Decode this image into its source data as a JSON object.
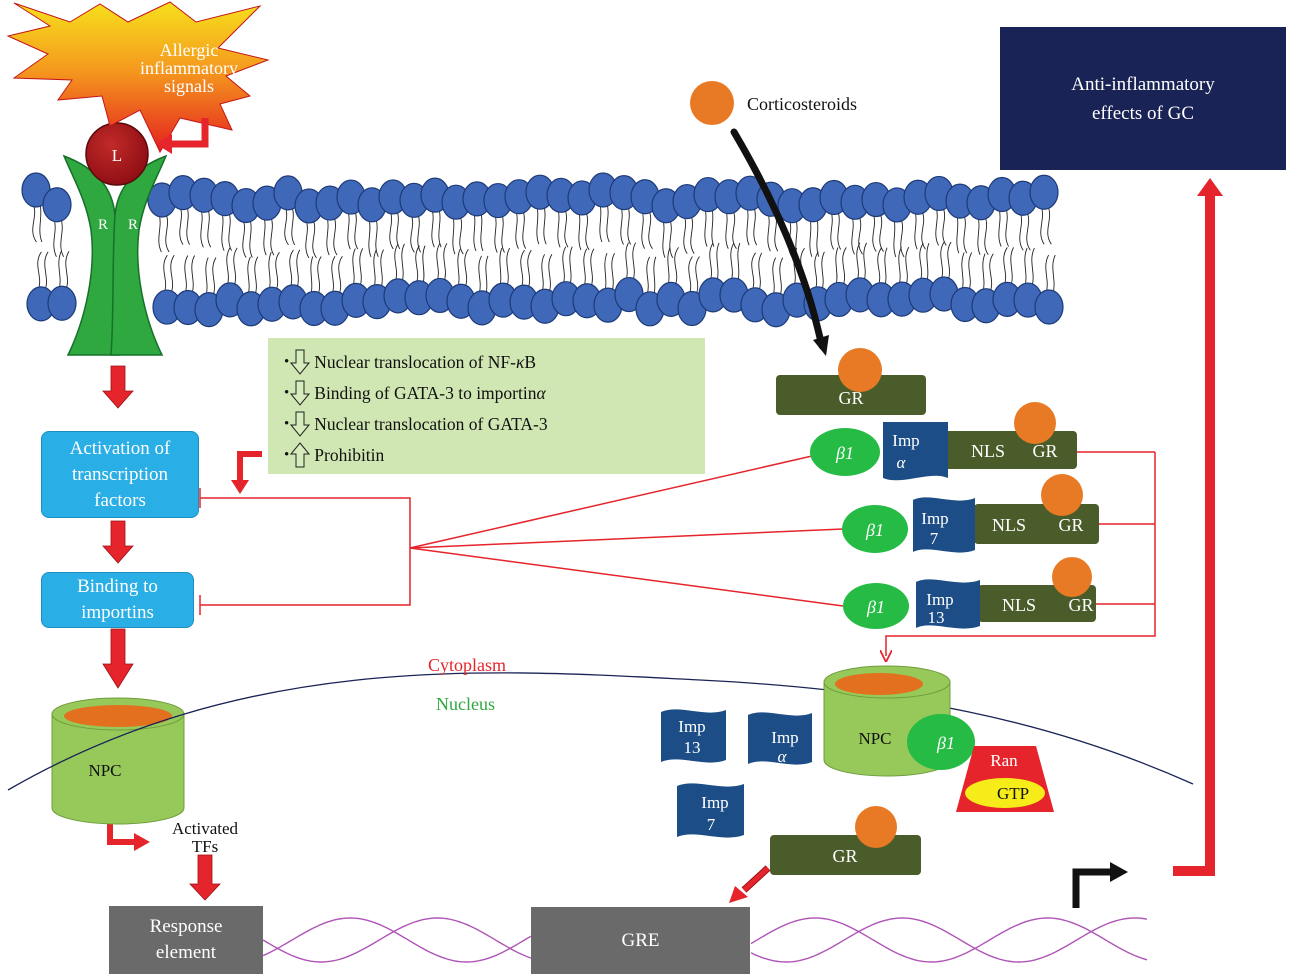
{
  "signal": {
    "label": "Allergic inflammatory signals",
    "lines": [
      "Allergic",
      "inflammatory",
      "signals"
    ]
  },
  "ligand": {
    "label": "L"
  },
  "receptor": {
    "left": "R",
    "right": "R"
  },
  "corticosteroids": {
    "label": "Corticosteroids"
  },
  "gc_effects": {
    "label": "Anti-inflammatory effects of GC",
    "lines": [
      "Anti-inflammatory",
      "effects of GC"
    ]
  },
  "pathway": {
    "activation": {
      "lines": [
        "Activation of",
        "transcription",
        "factors"
      ]
    },
    "binding": {
      "lines": [
        "Binding to",
        "importins"
      ]
    },
    "npc": "NPC",
    "activated_tfs": {
      "lines": [
        "Activated",
        "TFs"
      ]
    },
    "response_element": {
      "lines": [
        "Response",
        "element"
      ]
    }
  },
  "effects_list": [
    {
      "direction": "down",
      "prefix": "Nuclear translocation of NF-",
      "symbol": "κ",
      "suffix": "B"
    },
    {
      "direction": "down",
      "prefix": "Binding of GATA-3 to importin ",
      "symbol": "α",
      "suffix": ""
    },
    {
      "direction": "down",
      "prefix": "Nuclear translocation of GATA-3",
      "symbol": "",
      "suffix": ""
    },
    {
      "direction": "up",
      "prefix": "Prohibitin",
      "symbol": "",
      "suffix": ""
    }
  ],
  "gr_complexes": {
    "gr": "GR",
    "nls": "NLS",
    "beta1": "β1",
    "imp": "Imp",
    "imp_alpha": "α",
    "imp_7": "7",
    "imp_13": "13"
  },
  "compartments": {
    "cytoplasm": "Cytoplasm",
    "nucleus": "Nucleus"
  },
  "nucleus_side": {
    "npc": "NPC",
    "beta1": "β1",
    "ran": "Ran",
    "gtp": "GTP",
    "imp_13": [
      "Imp",
      "13"
    ],
    "imp_alpha": [
      "Imp",
      "α"
    ],
    "imp_7": [
      "Imp",
      "7"
    ],
    "gr": "GR",
    "gre": "GRE"
  },
  "colors": {
    "membrane_head": "#3f68b8",
    "receptor": "#2ea83f",
    "ligand": "#a5141a",
    "corticosteroid": "#e87a25",
    "gr_box": "#4a5c2a",
    "importin": "#1c4d86",
    "beta1": "#25bb44",
    "arrow_red": "#e5242b",
    "tf_box": "#29aee6",
    "gc_box": "#1a2355",
    "response_box": "#6a6a6a",
    "npc": "#96c95a",
    "effects_box": "#d1e7b3",
    "cytoplasm_text": "#e5242b",
    "nucleus_text": "#2ea83f",
    "dna": "#b055b8"
  }
}
